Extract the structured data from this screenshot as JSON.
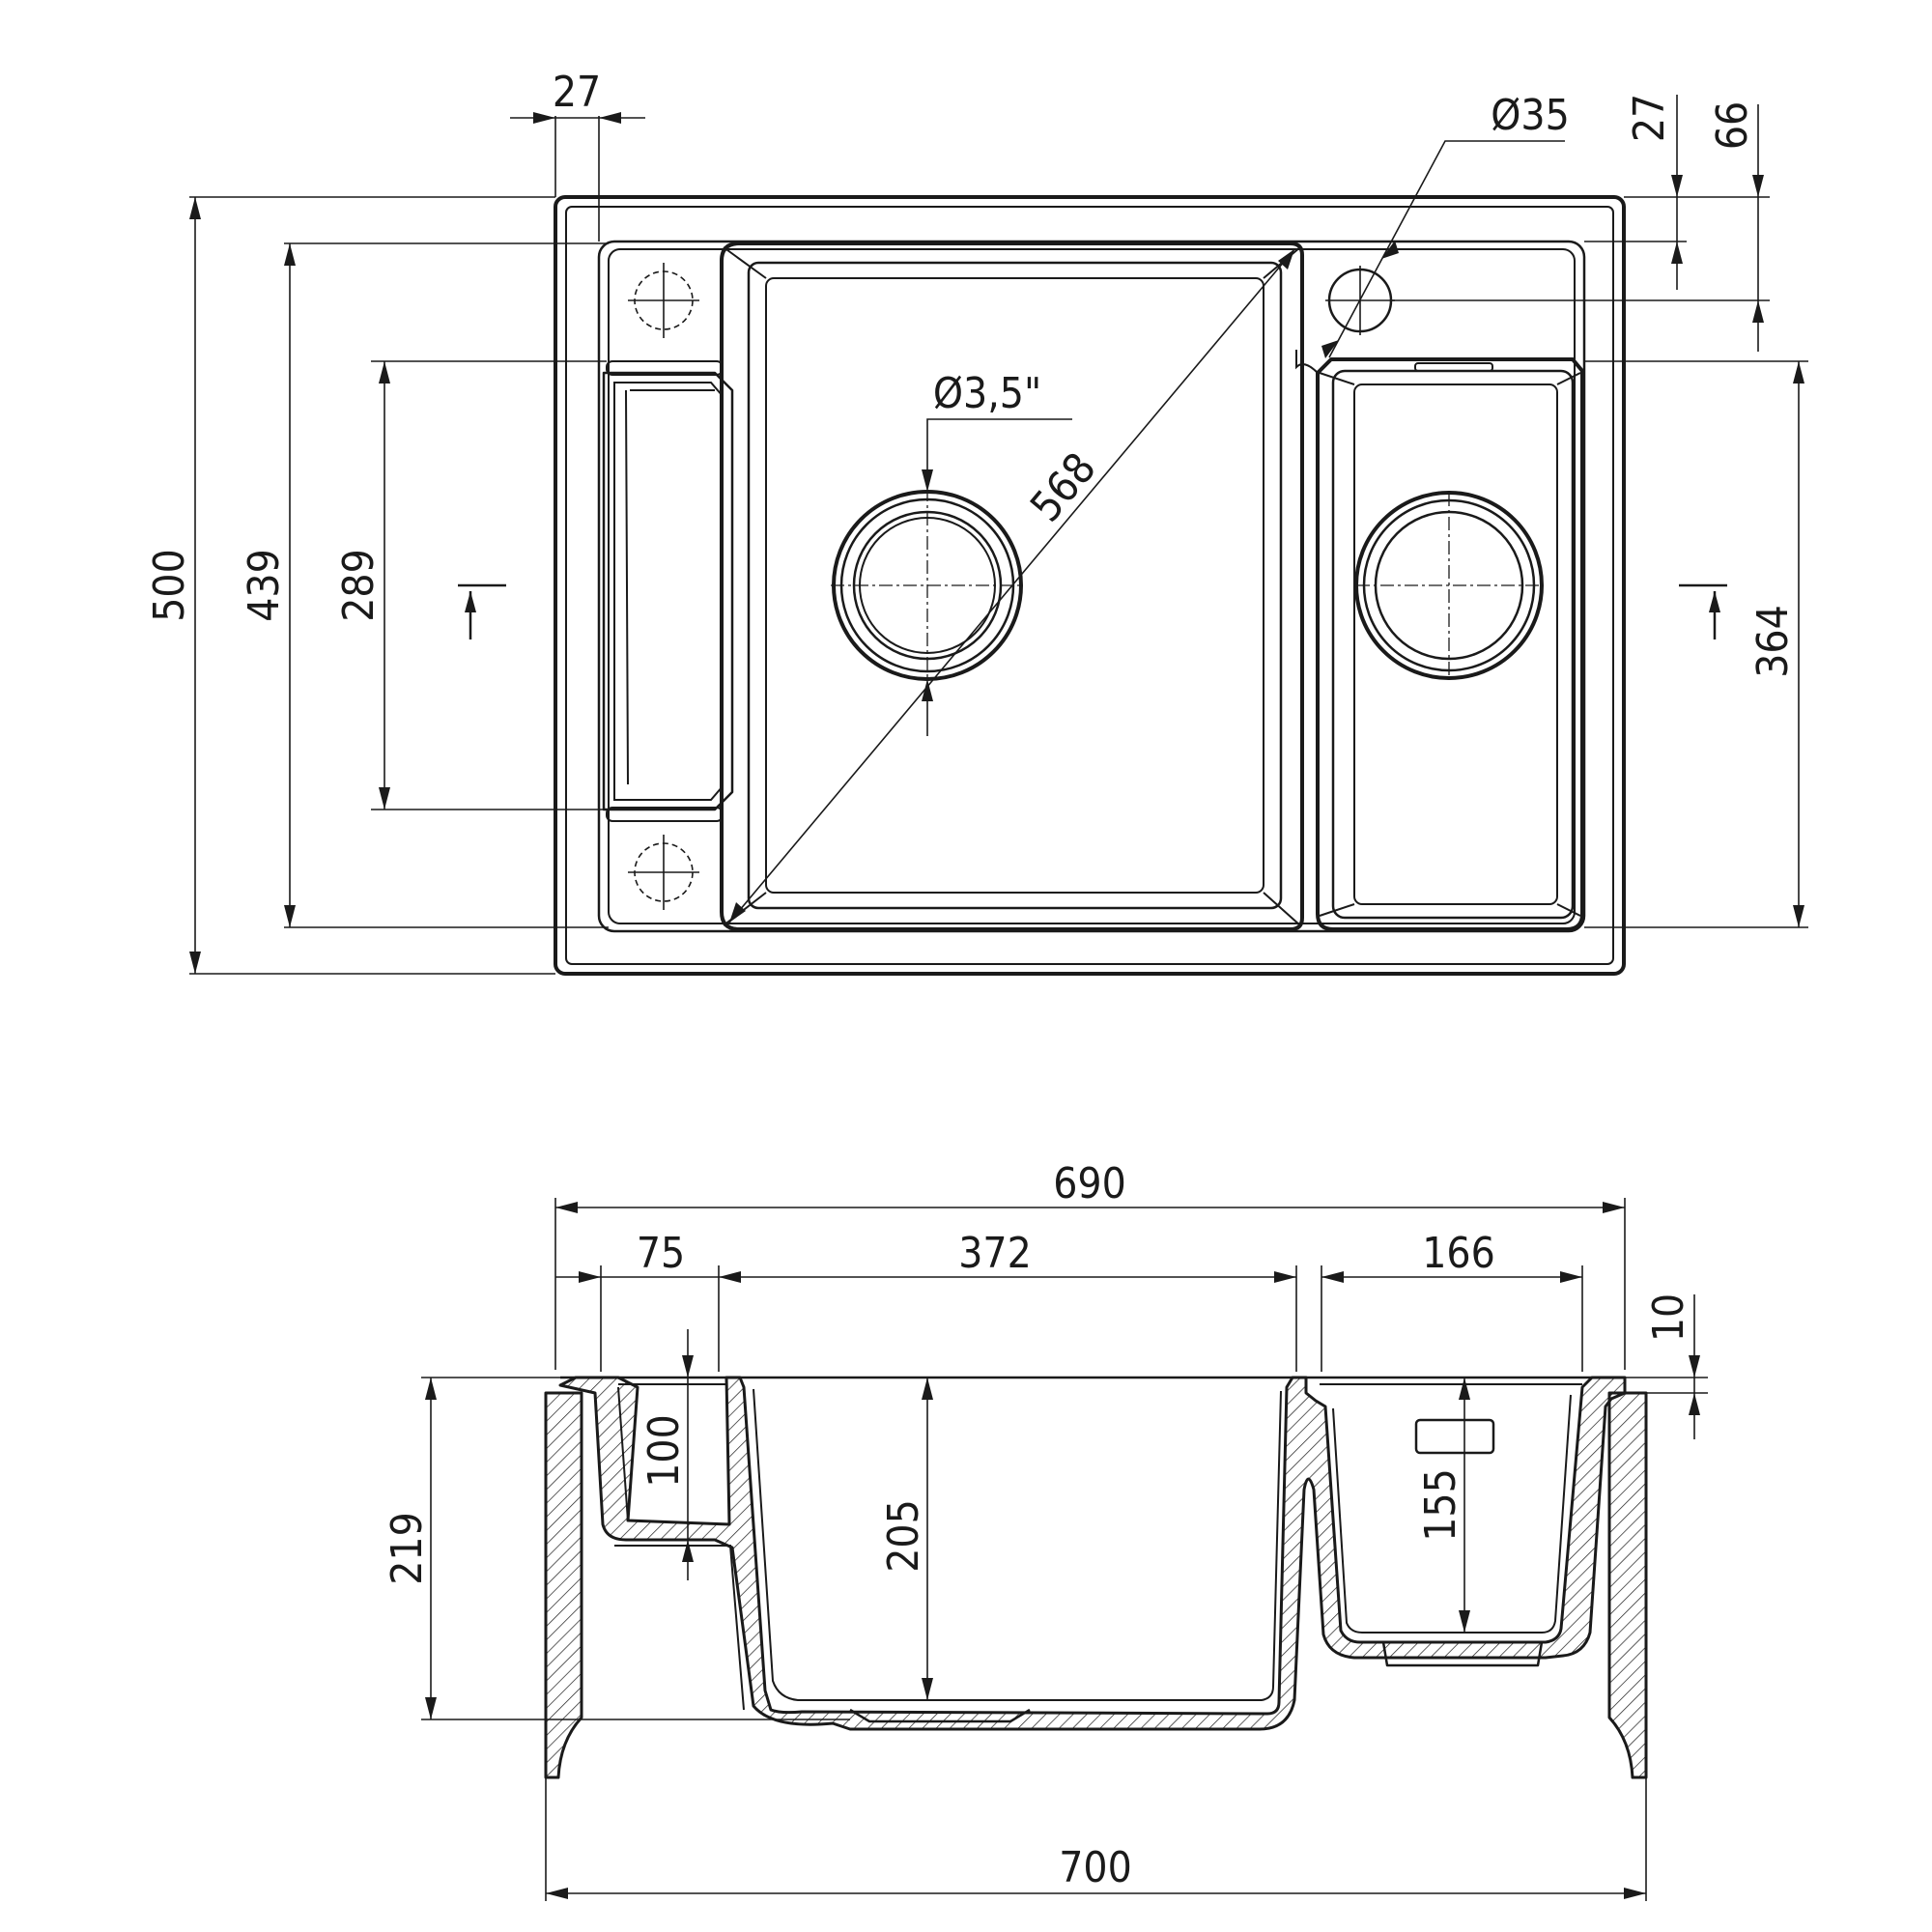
{
  "top_view": {
    "dim_lip_left": "27",
    "dim_tap_hole": "Ø35",
    "dim_lip_right_top": "27",
    "dim_tap_offset": "66",
    "dim_drain": "Ø3,5\"",
    "dim_diagonal": "568",
    "dim_overall_depth": "500",
    "dim_inner_depth": "439",
    "dim_tray_length": "289",
    "dim_small_bowl_length": "364"
  },
  "section_view": {
    "dim_total_width": "690",
    "dim_tray_width": "75",
    "dim_main_bowl_width": "372",
    "dim_small_bowl_width": "166",
    "dim_rim_thickness": "10",
    "dim_tray_depth": "100",
    "dim_total_height": "219",
    "dim_main_bowl_depth": "205",
    "dim_small_bowl_depth": "155",
    "dim_cutout_width": "700"
  }
}
